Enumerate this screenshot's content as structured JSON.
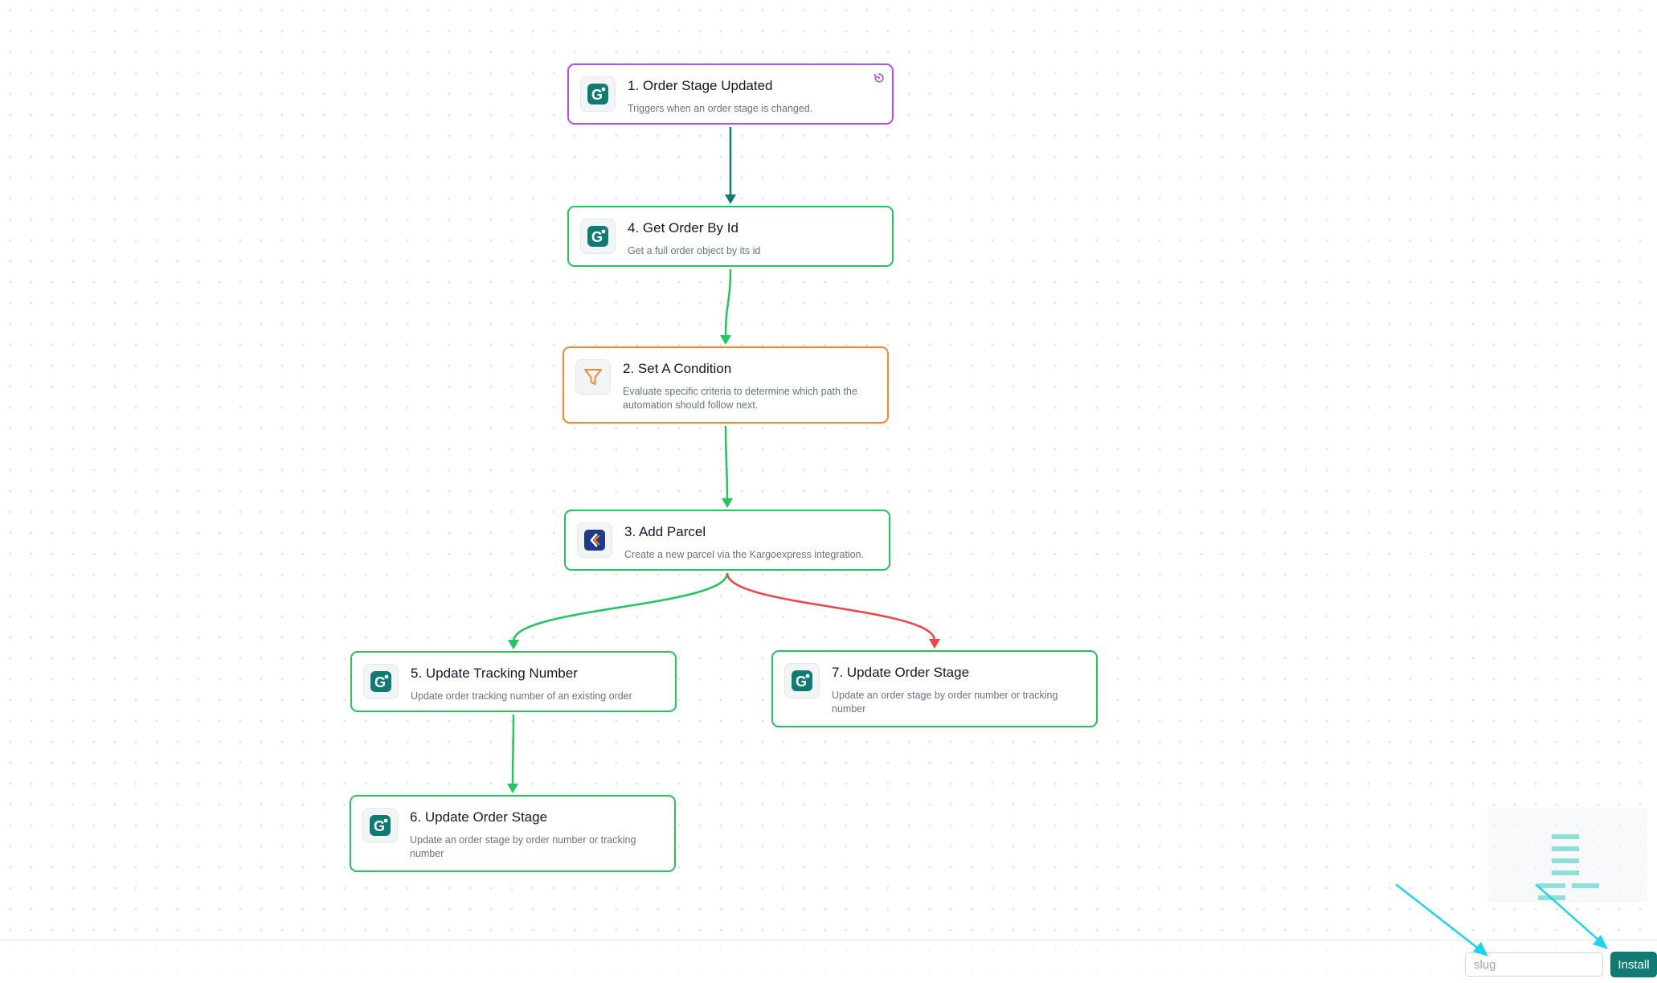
{
  "nodes": [
    {
      "id": "n1",
      "title": "1. Order Stage Updated",
      "description": "Triggers when an order stage is changed.",
      "kind": "trigger",
      "icon": "gumroad-g-icon"
    },
    {
      "id": "n4",
      "title": "4. Get Order By Id",
      "description": "Get a full order object by its id",
      "kind": "action",
      "icon": "gumroad-g-icon"
    },
    {
      "id": "n2",
      "title": "2. Set A Condition",
      "description": "Evaluate specific criteria to determine which path the automation should follow next.",
      "kind": "condition",
      "icon": "filter-funnel-icon"
    },
    {
      "id": "n3",
      "title": "3. Add Parcel",
      "description": "Create a new parcel via the Kargoexpress integration.",
      "kind": "action",
      "icon": "kargoexpress-logo-icon"
    },
    {
      "id": "n5",
      "title": "5. Update Tracking Number",
      "description": "Update order tracking number of an existing order",
      "kind": "action",
      "icon": "gumroad-g-icon"
    },
    {
      "id": "n7",
      "title": "7. Update Order Stage",
      "description": "Update an order stage by order number or tracking number",
      "kind": "action",
      "icon": "gumroad-g-icon"
    },
    {
      "id": "n6",
      "title": "6. Update Order Stage",
      "description": "Update an order stage by order number or tracking number",
      "kind": "action",
      "icon": "gumroad-g-icon"
    }
  ],
  "edges": [
    {
      "from": "n1",
      "to": "n4",
      "status": "default"
    },
    {
      "from": "n4",
      "to": "n2",
      "status": "success"
    },
    {
      "from": "n2",
      "to": "n3",
      "status": "success"
    },
    {
      "from": "n3",
      "to": "n5",
      "status": "success"
    },
    {
      "from": "n3",
      "to": "n7",
      "status": "failure"
    },
    {
      "from": "n5",
      "to": "n6",
      "status": "success"
    }
  ],
  "colors": {
    "trigger_border": "#b44fe6",
    "condition_border": "#f28a2e",
    "action_border": "#22c55e",
    "edge_default": "#0f7b72",
    "edge_success": "#22c55e",
    "edge_failure": "#ef4444",
    "brand": "#0f7b72",
    "annotation_arrow": "#1fd3ee",
    "minimap_bars": "#8fded8"
  },
  "footer": {
    "slug_placeholder": "slug",
    "install_label": "Install"
  },
  "minimap": {
    "icon": "minimap-preview"
  }
}
